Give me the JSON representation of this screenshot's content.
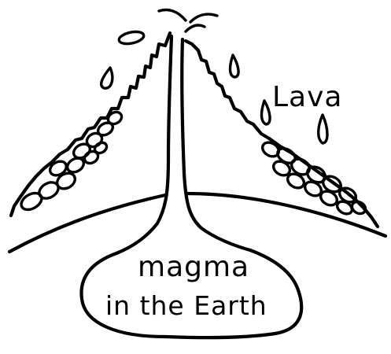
{
  "diagram": {
    "labels": {
      "lava": "Lava",
      "magma_line1": "magma",
      "magma_line2": "in the Earth"
    },
    "parts": [
      "volcano-left-slope",
      "volcano-right-slope",
      "magma-conduit",
      "earth-surface-curve",
      "magma-chamber",
      "lava-drops",
      "lava-rocks"
    ],
    "ink_color": "#000000",
    "background_color": "#ffffff"
  }
}
